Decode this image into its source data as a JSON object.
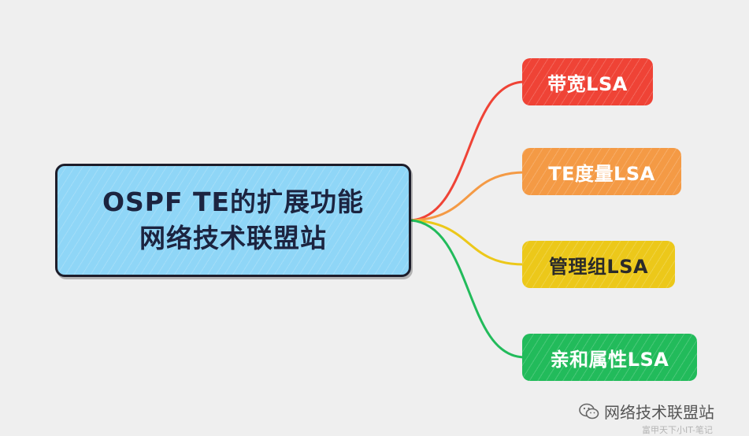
{
  "root": {
    "line1": "OSPF TE的扩展功能",
    "line2": "网络技术联盟站",
    "color": "#8fd6f7"
  },
  "children": [
    {
      "label": "带宽LSA",
      "color": "#ef4336"
    },
    {
      "label": "TE度量LSA",
      "color": "#f49a45"
    },
    {
      "label": "管理组LSA",
      "color": "#ecc81a"
    },
    {
      "label": "亲和属性LSA",
      "color": "#22bb5b"
    }
  ],
  "watermark": {
    "icon": "wechat-icon",
    "text": "网络技术联盟站",
    "subtext": "富甲天下小IT-笔记"
  }
}
